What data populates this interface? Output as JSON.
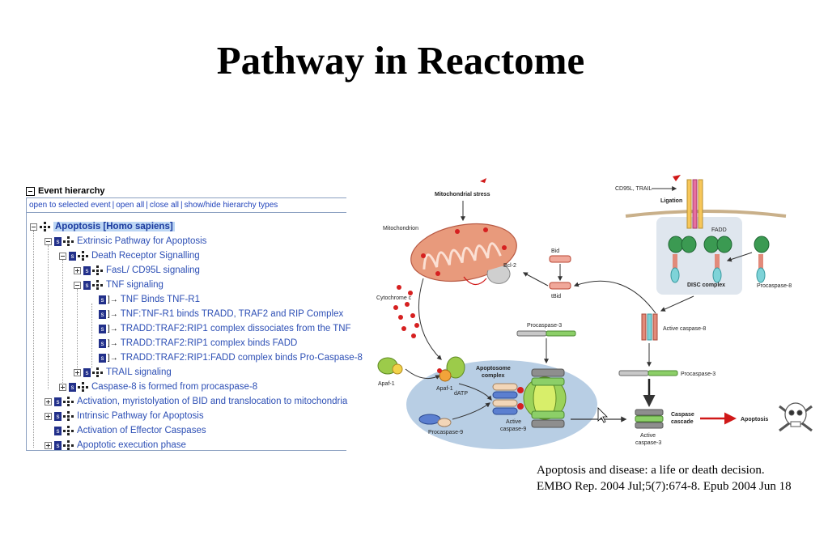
{
  "title": "Pathway in Reactome",
  "panel": {
    "heading": "Event hierarchy",
    "toolbar": {
      "open_selected": "open to selected event",
      "open_all": "open all",
      "close_all": "close all",
      "show_hide": "show/hide hierarchy types"
    },
    "tree": [
      {
        "label": "Apoptosis [Homo sapiens]"
      },
      {
        "label": "Extrinsic Pathway for Apoptosis"
      },
      {
        "label": "Death Receptor Signalling"
      },
      {
        "label": "FasL/ CD95L signaling"
      },
      {
        "label": "TNF signaling"
      },
      {
        "label": "TNF Binds TNF-R1"
      },
      {
        "label": "TNF:TNF-R1 binds TRADD, TRAF2 and RIP Complex"
      },
      {
        "label": "TRADD:TRAF2:RIP1 complex dissociates from the TNF"
      },
      {
        "label": "TRADD:TRAF2:RIP1 complex binds FADD"
      },
      {
        "label": "TRADD:TRAF2:RIP1:FADD complex binds Pro-Caspase-8"
      },
      {
        "label": "TRAIL signaling"
      },
      {
        "label": "Caspase-8 is formed from procaspase-8"
      },
      {
        "label": "Activation, myristolyation of BID and translocation to mitochondria"
      },
      {
        "label": "Intrinsic Pathway for Apoptosis"
      },
      {
        "label": "Activation of Effector Caspases"
      },
      {
        "label": "Apoptotic execution phase"
      }
    ]
  },
  "diagram": {
    "mitochondrial_stress": "Mitochondrial stress",
    "mitochondrion": "Mitochondrion",
    "bcl2": "Bcl-2",
    "cytochrome_c": "Cytochrome c",
    "bid": "Bid",
    "tbid": "tBid",
    "cd95l_trail": "CD95L, TRAIL",
    "ligation": "Ligation",
    "fadd": "FADD",
    "disc_complex": "DISC complex",
    "procaspase8": "Procaspase-8",
    "active_caspase8": "Active caspase-8",
    "procaspase3_top": "Procaspase-3",
    "procaspase3_right": "Procaspase-3",
    "apoptosome_complex_1": "Apoptosome",
    "apoptosome_complex_2": "complex",
    "apaf1_outer": "Apaf-1",
    "apaf1_inner": "Apaf-1",
    "datp": "dATP",
    "procaspase9": "Procaspase-9",
    "active_caspase9_1": "Active",
    "active_caspase9_2": "caspase-9",
    "active_caspase3_1": "Active",
    "active_caspase3_2": "caspase-3",
    "caspase_cascade_1": "Caspase",
    "caspase_cascade_2": "cascade",
    "apoptosis": "Apoptosis"
  },
  "citation": {
    "line1": "Apoptosis and disease: a life or death decision.",
    "line2": "EMBO Rep. 2004 Jul;5(7):674-8. Epub 2004 Jun 18"
  }
}
